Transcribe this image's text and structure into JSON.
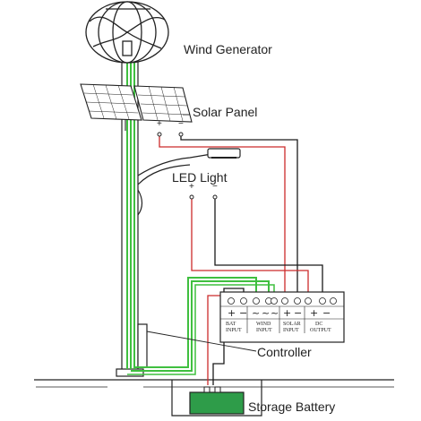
{
  "labels": {
    "wind_generator": "Wind Generator",
    "solar_panel": "Solar Panel",
    "led_light": "LED Light",
    "controller": "Controller",
    "storage_battery": "Storage Battery"
  },
  "polarity": {
    "plus": "+",
    "minus": "−"
  },
  "controller_groups": {
    "bat": [
      "BAT",
      "INPUT"
    ],
    "wind": [
      "WIND",
      "INPUT"
    ],
    "solar": [
      "SOLAR",
      "INPUT"
    ],
    "dc": [
      "DC",
      "OUTPUT"
    ]
  },
  "colors": {
    "wire_red": "#cc2b2b",
    "wire_black": "#1a1a1a",
    "wire_green": "#3fbf3f",
    "battery_fill": "#2e9c49",
    "line": "#222222"
  }
}
